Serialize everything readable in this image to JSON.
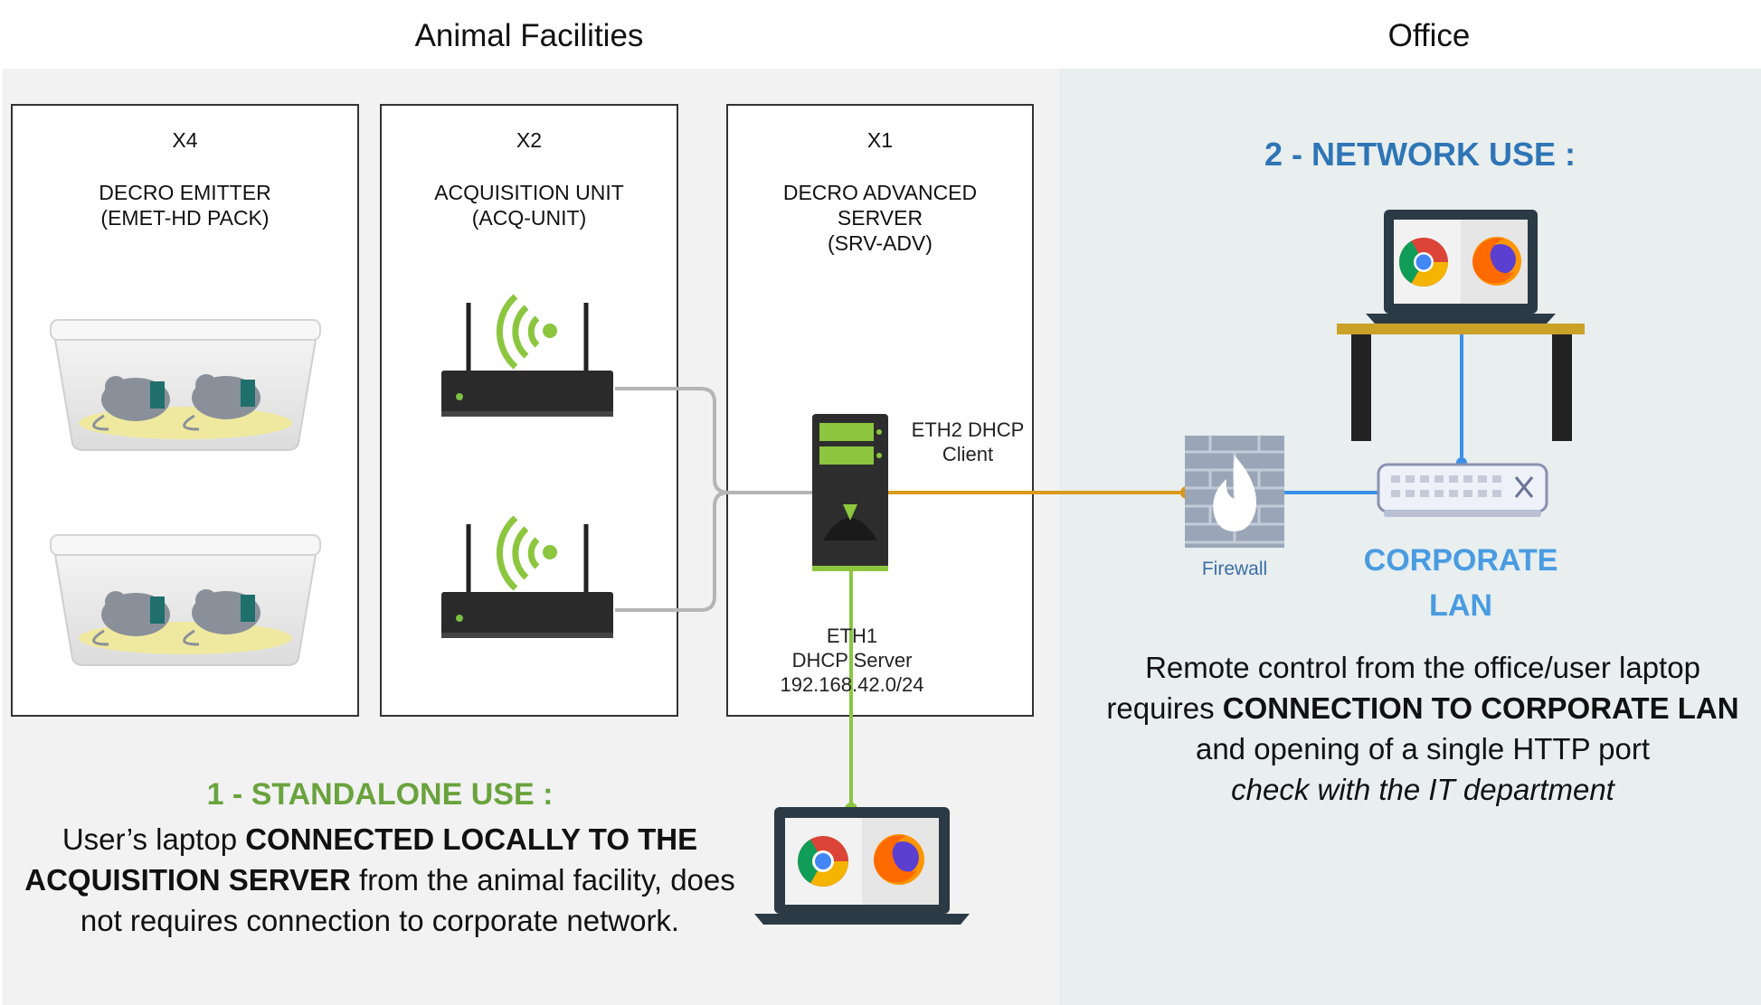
{
  "regions": {
    "left_title": "Animal Facilities",
    "right_title": "Office"
  },
  "boxes": [
    {
      "qty": "X4",
      "label": "DECRO EMITTER\n(EMET-HD PACK)"
    },
    {
      "qty": "X2",
      "label": "ACQUISITION UNIT\n(ACQ-UNIT)"
    },
    {
      "qty": "X1",
      "label": "DECRO ADVANCED\nSERVER\n(SRV-ADV)"
    }
  ],
  "server": {
    "eth2": "ETH2 DHCP\nClient",
    "eth1": "ETH1\nDHCP Server\n192.168.42.0/24"
  },
  "firewall": {
    "label": "Firewall"
  },
  "corporate_lan": {
    "line1": "CORPORATE",
    "line2": "LAN"
  },
  "standalone": {
    "heading": "1 - STANDALONE USE :",
    "line1_a": "User’s laptop ",
    "line1_b": "CONNECTED LOCALLY TO THE",
    "line2_a": "ACQUISITION SERVER",
    "line2_b": " from the animal facility, does",
    "line3": "not requires connection to corporate network."
  },
  "network": {
    "heading": "2 - NETWORK USE :",
    "line1": "Remote control from the office/user laptop",
    "line2_a": "requires ",
    "line2_b": "CONNECTION TO CORPORATE LAN",
    "line3": "and opening of a single HTTP port",
    "line4": "check with the IT department"
  },
  "icons": [
    "mouse-cage-icon",
    "wifi-router-icon",
    "server-tower-icon",
    "laptop-icon",
    "chrome-icon",
    "firefox-icon",
    "firewall-icon",
    "network-switch-icon",
    "desk-icon"
  ],
  "colors": {
    "green_accent": "#8cc63f",
    "green_heading": "#6aa33e",
    "blue_heading": "#2e75b6",
    "orange_link": "#d89a1a",
    "blue_link": "#3b8fe8",
    "gray_link": "#b5b5b5"
  }
}
